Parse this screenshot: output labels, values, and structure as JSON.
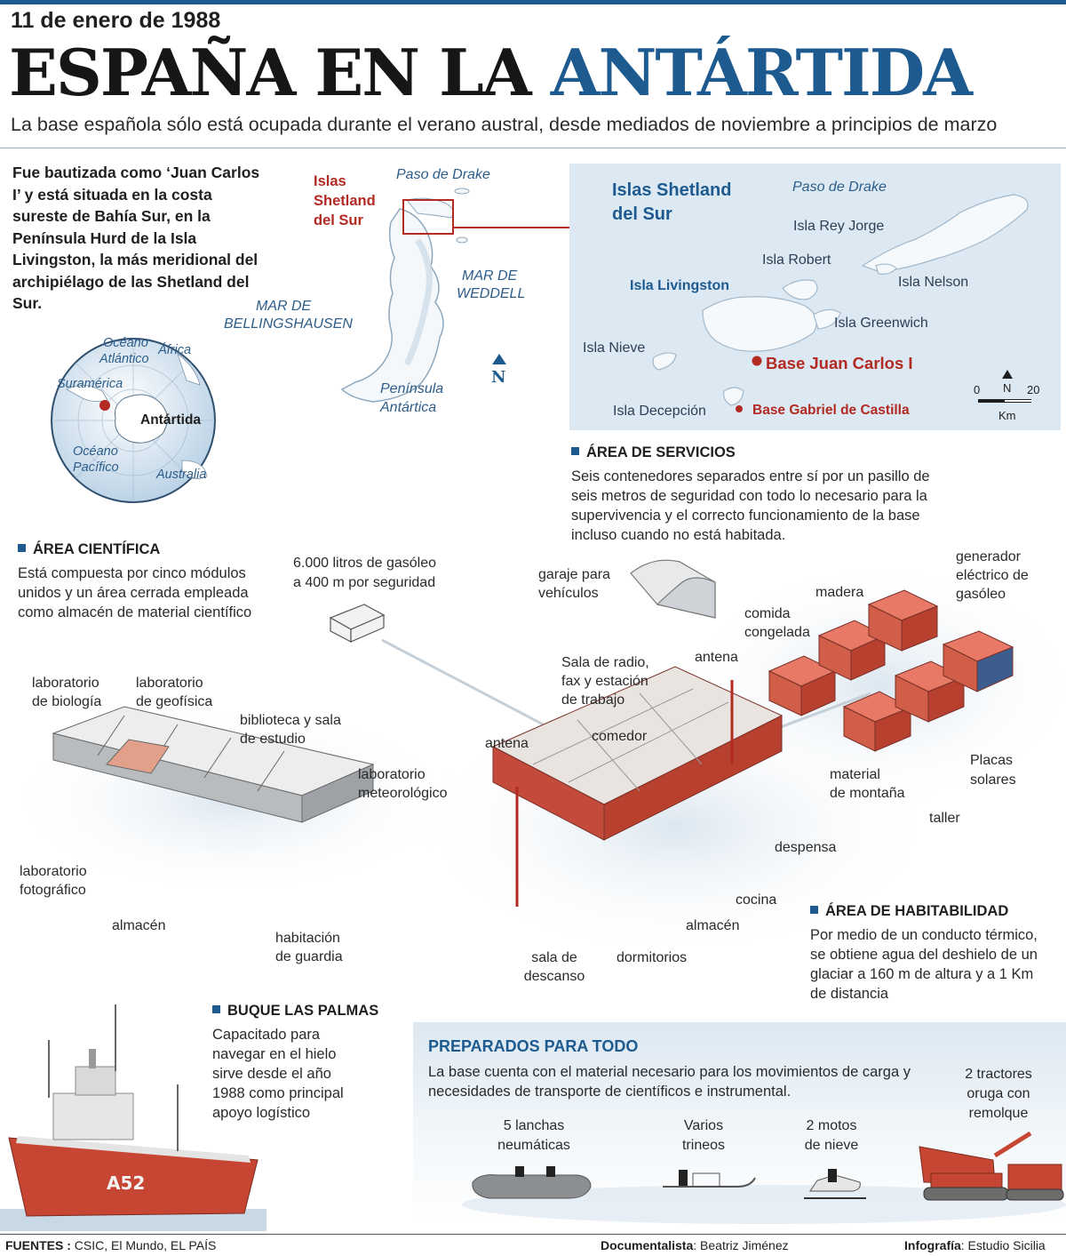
{
  "header": {
    "date": "11 de enero de 1988",
    "title_part1": "ESPAÑA EN LA",
    "title_part2": "ANTÁRTIDA",
    "subtitle": "La base española sólo está ocupada durante el verano austral, desde mediados de noviembre a principios de marzo"
  },
  "intro": {
    "text": "Fue bautizada como ‘Juan Carlos I’ y está situada en la costa sureste de Bahía Sur, en la Península Hurd de la Isla Livingston, la más meridional del archipiélago de las Shetland del Sur."
  },
  "globe": {
    "labels": {
      "oceano_atlantico_1": "Océano",
      "oceano_atlantico_2": "Atlántico",
      "africa": "África",
      "suramerica": "Suramérica",
      "antartida": "Antártida",
      "oceano_pacifico_1": "Océano",
      "oceano_pacifico_2": "Pacífico",
      "australia": "Australia"
    }
  },
  "peninsula_map": {
    "islas_1": "Islas",
    "islas_2": "Shetland",
    "islas_3": "del Sur",
    "paso_drake": "Paso de Drake",
    "mar_weddell_1": "MAR DE",
    "mar_weddell_2": "WEDDELL",
    "mar_bell_1": "MAR DE",
    "mar_bell_2": "BELLINGSHAUSEN",
    "peninsula_1": "Península",
    "peninsula_2": "Antártica",
    "north": "N"
  },
  "detail_map": {
    "title_1": "Islas Shetland",
    "title_2": "del Sur",
    "paso_drake": "Paso de Drake",
    "rey_jorge": "Isla Rey Jorge",
    "robert": "Isla Robert",
    "nelson": "Isla Nelson",
    "livingston": "Isla Livingston",
    "greenwich": "Isla Greenwich",
    "nieve": "Isla Nieve",
    "base_jc": "Base Juan Carlos I",
    "decepcion": "Isla Decepción",
    "base_gc": "Base Gabriel de Castilla",
    "scale_0": "0",
    "scale_n": "N",
    "scale_20": "20",
    "scale_km": "Km"
  },
  "servicios": {
    "heading": "ÁREA DE SERVICIOS",
    "body": "Seis contenedores separados entre sí por un pasillo de seis metros de seguridad con todo lo necesario para  la supervivencia y el correcto funcionamiento de la base incluso cuando no está habitada.",
    "labels": {
      "garaje_1": "garaje para",
      "garaje_2": "vehículos",
      "madera": "madera",
      "generador_1": "generador",
      "generador_2": "eléctrico de",
      "generador_3": "gasóleo",
      "comida_1": "comida",
      "comida_2": "congelada",
      "placas_1": "Placas",
      "placas_2": "solares",
      "material_1": "material",
      "material_2": "de montaña",
      "taller": "taller"
    }
  },
  "cientifica": {
    "heading": "ÁREA CIENTÍFICA",
    "body": "Está compuesta por cinco módulos unidos y un área cerrada empleada como almacén de material científico",
    "gasoleo_1": "6.000 litros de gasóleo",
    "gasoleo_2": "a 400 m por seguridad",
    "labels": {
      "lab_bio_1": "laboratorio",
      "lab_bio_2": "de biología",
      "lab_geo_1": "laboratorio",
      "lab_geo_2": "de geofísica",
      "biblio_1": "biblioteca y sala",
      "biblio_2": "de estudio",
      "lab_met_1": "laboratorio",
      "lab_met_2": "meteorológico",
      "lab_foto_1": "laboratorio",
      "lab_foto_2": "fotográfico",
      "almacen": "almacén",
      "hab_1": "habitación",
      "hab_2": "de guardia"
    }
  },
  "habitabilidad": {
    "heading": "ÁREA DE HABITABILIDAD",
    "body": "Por medio de un conducto térmico, se obtiene agua del deshielo de un glaciar a 160 m de altura y a 1 Km de distancia",
    "labels": {
      "radio_1": "Sala de radio,",
      "radio_2": "fax y estación",
      "radio_3": "de trabajo",
      "antena_top": "antena",
      "antena_left": "antena",
      "comedor": "comedor",
      "despensa": "despensa",
      "cocina": "cocina",
      "almacen": "almacén",
      "dormitorios": "dormitorios",
      "descanso_1": "sala de",
      "descanso_2": "descanso"
    }
  },
  "buque": {
    "heading": "BUQUE LAS PALMAS",
    "body": "Capacitado para navegar en el hielo sirve desde el año 1988 como principal apoyo logístico",
    "hull_mark": "A52"
  },
  "preparados": {
    "heading": "PREPARADOS PARA TODO",
    "body": "La base cuenta con el material necesario para los movimientos de carga y necesidades de transporte de científicos e instrumental.",
    "lanchas_1": "5 lanchas",
    "lanchas_2": "neumáticas",
    "trineos_1": "Varios",
    "trineos_2": "trineos",
    "motos_1": "2 motos",
    "motos_2": "de nieve",
    "tractores_1": "2 tractores",
    "tractores_2": "oruga con",
    "tractores_3": "remolque"
  },
  "footer": {
    "fuentes_label": "FUENTES :",
    "fuentes": " CSIC, El Mundo, EL PAÍS",
    "doc_label": "Documentalista",
    "doc": ": Beatriz Jiménez",
    "info_label": "Infografía",
    "info": ": Estudio Sicilia"
  },
  "colors": {
    "accent_blue": "#1d5a8f",
    "base_red": "#c8473a",
    "map_water": "#dce8f2"
  }
}
